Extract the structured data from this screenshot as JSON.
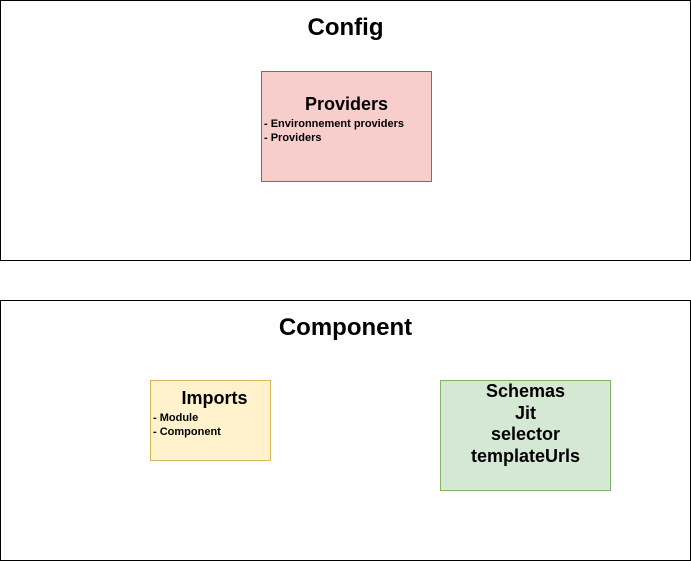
{
  "colors": {
    "providers_fill": "#f8cecc",
    "providers_stroke": "#b85450",
    "imports_fill": "#fff2cc",
    "imports_stroke": "#d6b656",
    "schemas_fill": "#d5e8d4",
    "schemas_stroke": "#82b366",
    "container_stroke": "#000000"
  },
  "config": {
    "title": "Config",
    "providers": {
      "title": "Providers",
      "items": [
        "- Environnement providers",
        "- Providers"
      ]
    }
  },
  "component": {
    "title": "Component",
    "imports": {
      "title": "Imports",
      "items": [
        "- Module",
        "- Component"
      ]
    },
    "schemas": {
      "lines": [
        "Schemas",
        "Jit",
        "selector",
        "templateUrls"
      ]
    }
  }
}
